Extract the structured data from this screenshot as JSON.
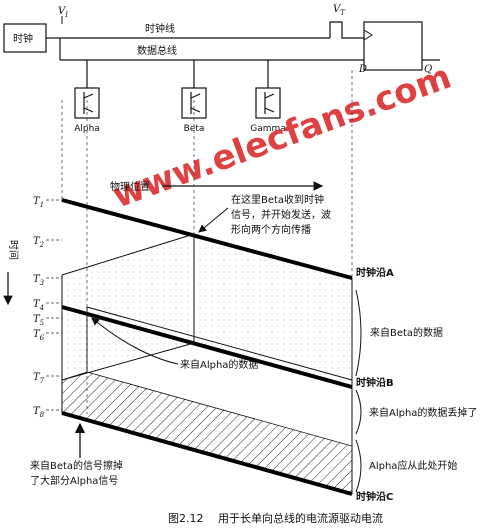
{
  "top": {
    "clock_box": "时钟",
    "v_i": "V",
    "v_i_sub": "I",
    "v_t": "V",
    "v_t_sub": "T",
    "clock_line_label": "时钟线",
    "data_bus_label": "数据总线",
    "ff_d": "D",
    "ff_q": "Q"
  },
  "devices": [
    "Alpha",
    "Beta",
    "Gamma"
  ],
  "watermark": "www.elecfans.com",
  "axes": {
    "position_label": "物理位置",
    "time_label": "时间"
  },
  "time_marks": [
    {
      "base": "T",
      "sub": "1"
    },
    {
      "base": "T",
      "sub": "2"
    },
    {
      "base": "T",
      "sub": "3"
    },
    {
      "base": "T",
      "sub": "4"
    },
    {
      "base": "T",
      "sub": "5"
    },
    {
      "base": "T",
      "sub": "6"
    },
    {
      "base": "T",
      "sub": "7"
    },
    {
      "base": "T",
      "sub": "8"
    }
  ],
  "annotations": {
    "beta_receive": [
      "在这里Beta收到时钟",
      "信号，并开始发送，波",
      "形向两个方向传播"
    ],
    "from_alpha": "来自Alpha的数据",
    "from_beta": "来自Beta的数据",
    "alpha_lost": "来自Alpha的数据丢掉了",
    "alpha_start": "Alpha应从此处开始",
    "beta_erase": [
      "来自Beta的信号擦掉",
      "了大部分Alpha信号"
    ]
  },
  "edges": {
    "a": "时钟沿A",
    "b": "时钟沿B",
    "c": "时钟沿C"
  },
  "caption": {
    "number": "图2.12",
    "text": "用于长单向总线的电流源驱动电流"
  }
}
